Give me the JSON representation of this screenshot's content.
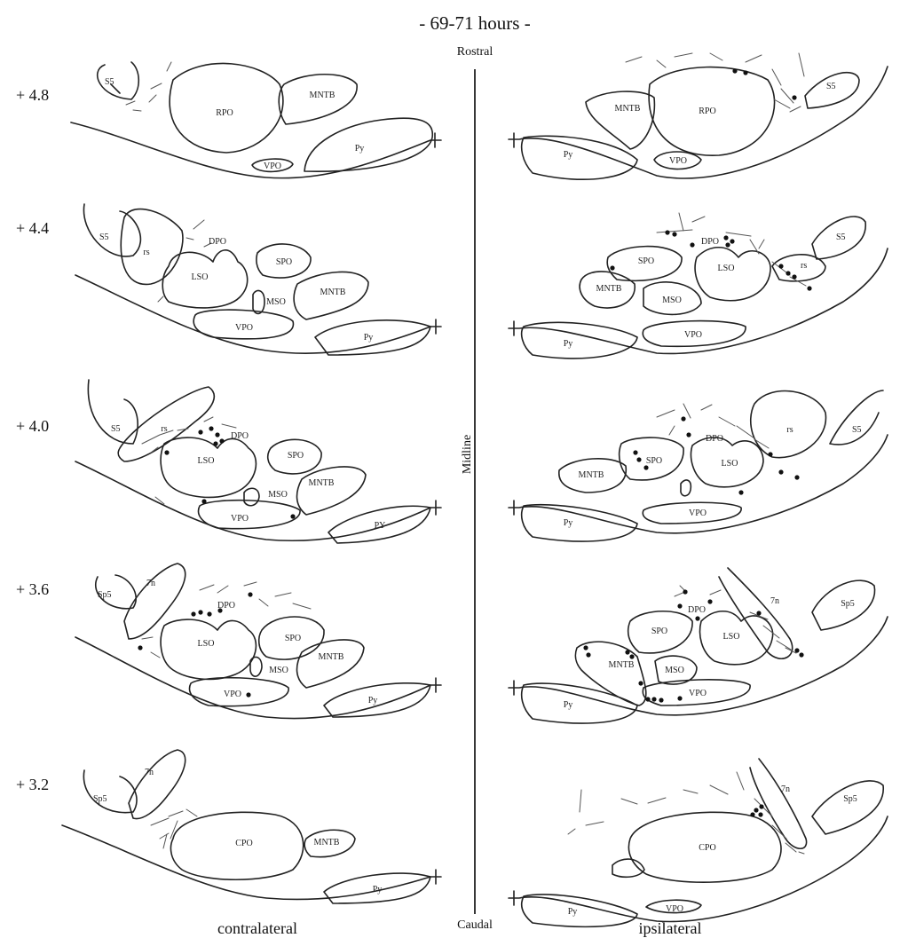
{
  "title": "- 69-71 hours -",
  "axis": {
    "top": "Rostral",
    "bottom": "Caudal",
    "midline": "Midline"
  },
  "sides": {
    "left": "contralateral",
    "right": "ipsilateral"
  },
  "levels": [
    "+ 4.8",
    "+ 4.4",
    "+ 4.0",
    "+ 3.6",
    "+ 3.2"
  ],
  "sections": {
    "s48": {
      "left": [
        "S5",
        "RPO",
        "MNTB",
        "Py",
        "VPO"
      ],
      "right": [
        "S5",
        "RPO",
        "MNTB",
        "Py",
        "VPO"
      ]
    },
    "s44": {
      "left": [
        "S5",
        "rs",
        "DPO",
        "LSO",
        "SPO",
        "MNTB",
        "MSO",
        "VPO",
        "Py"
      ],
      "right": [
        "S5",
        "rs",
        "DPO",
        "SPO",
        "LSO",
        "MNTB",
        "MSO",
        "VPO",
        "Py"
      ]
    },
    "s40": {
      "left": [
        "S5",
        "rs",
        "DPO",
        "LSO",
        "SPO",
        "MNTB",
        "MSO",
        "VPO",
        "PY"
      ],
      "right": [
        "rs",
        "S5",
        "DPO",
        "SPO",
        "LSO",
        "MNTB",
        "VPO",
        "Py"
      ]
    },
    "s36": {
      "left": [
        "Sp5",
        "7n",
        "DPO",
        "LSO",
        "SPO",
        "MSO",
        "MNTB",
        "VPO",
        "Py"
      ],
      "right": [
        "DPO",
        "7n",
        "Sp5",
        "SPO",
        "LSO",
        "MNTB",
        "MSO",
        "VPO",
        "Py"
      ]
    },
    "s32": {
      "left": [
        "Sp5",
        "7n",
        "CPO",
        "MNTB",
        "Py"
      ],
      "right": [
        "7n",
        "Sp5",
        "CPO",
        "Py",
        "VPO"
      ]
    }
  }
}
